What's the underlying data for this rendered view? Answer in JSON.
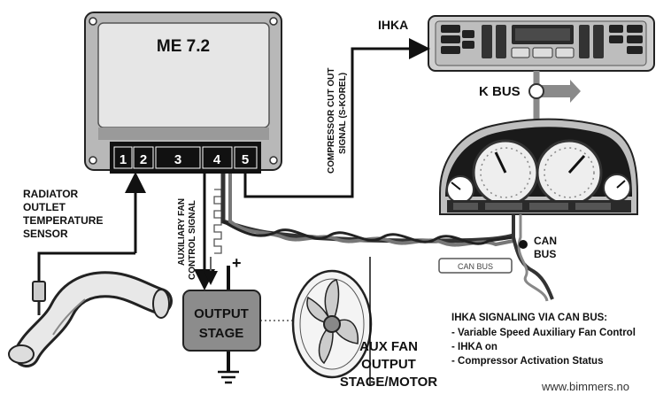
{
  "ecu": {
    "title": "ME 7.2",
    "pins": [
      "1",
      "2",
      "3",
      "4",
      "5"
    ]
  },
  "ihka": {
    "title": "IHKA"
  },
  "kbus": {
    "label": "K BUS"
  },
  "compressor_signal": {
    "line1": "COMPRESSOR CUT OUT",
    "line2": "SIGNAL (S-KOREL)"
  },
  "radiator_sensor": {
    "lines": [
      "RADIATOR",
      "OUTLET",
      "TEMPERATURE",
      "SENSOR"
    ]
  },
  "aux_fan_signal": {
    "line1": "AUXILIARY FAN",
    "line2": "CONTROL SIGNAL"
  },
  "output_stage": {
    "line1": "OUTPUT",
    "line2": "STAGE",
    "plus": "+"
  },
  "aux_fan": {
    "line1": "AUX FAN",
    "line2": "OUTPUT",
    "line3": "STAGE/MOTOR"
  },
  "can_bus": {
    "line1": "CAN",
    "line2": "BUS",
    "module_text": "CAN BUS"
  },
  "ihka_signaling": {
    "title": "IHKA SIGNALING VIA CAN BUS:",
    "items": [
      "- Variable Speed Auxiliary Fan Control",
      "- IHKA on",
      "- Compressor Activation Status"
    ]
  },
  "watermark": "www.bimmers.no",
  "colors": {
    "ink": "#111111",
    "panel": "#d9d9d9",
    "ecu_face": "#e6e6e6",
    "output_stage": "#8c8c8c",
    "arrow_gray": "#8a8a8a"
  }
}
